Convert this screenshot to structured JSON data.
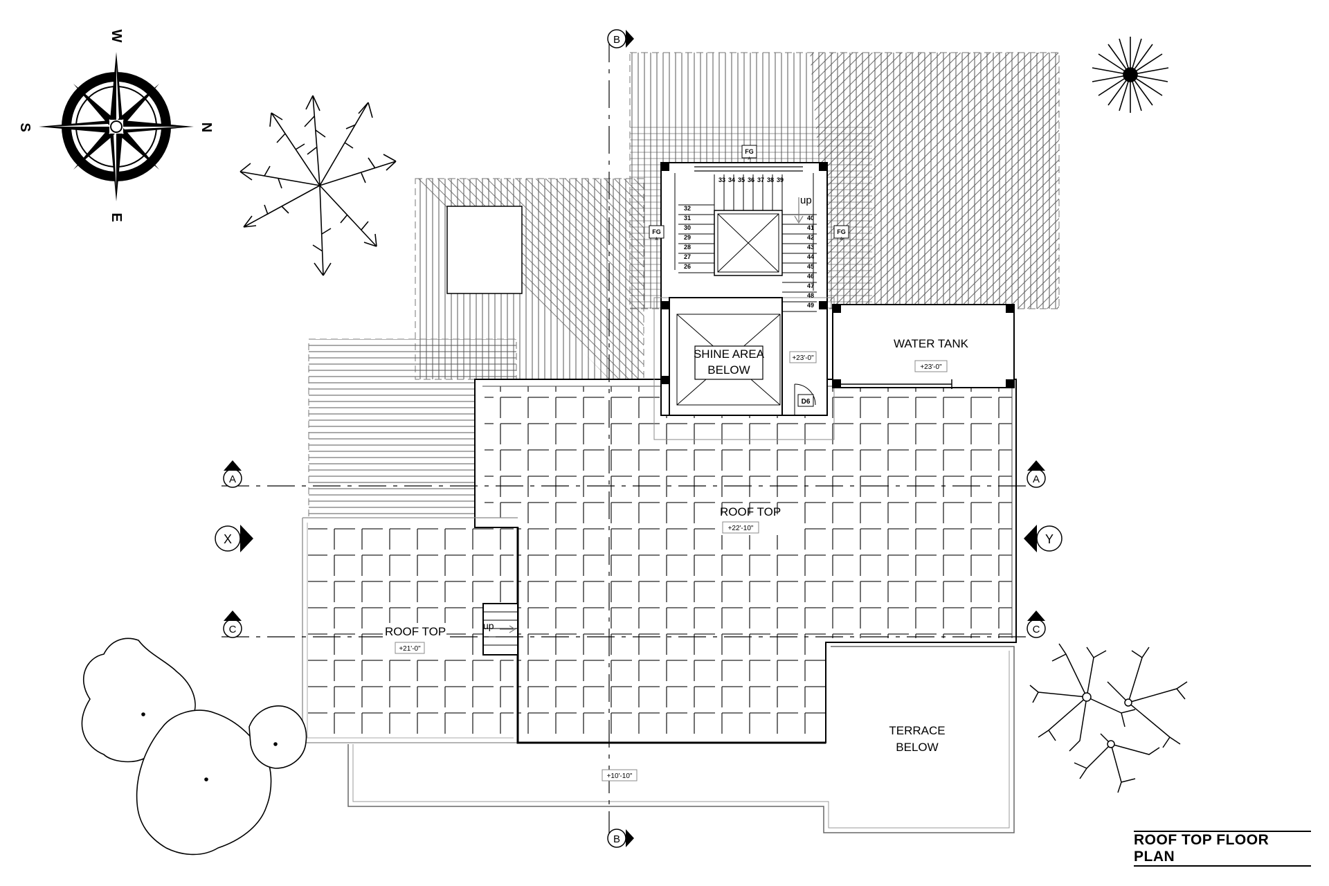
{
  "title": "ROOF TOP FLOOR PLAN",
  "compass": {
    "top": "W",
    "right": "N",
    "bottom": "E",
    "left": "S"
  },
  "section_markers": {
    "a": "A",
    "b": "B",
    "c": "C",
    "x": "X",
    "y": "Y"
  },
  "rooms": {
    "shine_area": [
      "SHINE AREA",
      "BELOW"
    ],
    "water_tank": "WATER TANK",
    "roof_top_main": "ROOF TOP",
    "roof_top_lower": "ROOF TOP",
    "terrace": [
      "TERRACE",
      "BELOW"
    ]
  },
  "levels": {
    "stair_landing": "+23'-0\"",
    "water_tank": "+23'-0\"",
    "roof_top_main": "+22'-10\"",
    "roof_top_lower": "+21'-0\"",
    "terrace": "+10'-10\""
  },
  "stair": {
    "up_label": "up",
    "top_steps": [
      "33",
      "34",
      "35",
      "36",
      "37",
      "38",
      "39"
    ],
    "left_steps": [
      "32",
      "31",
      "30",
      "29",
      "28",
      "27",
      "26"
    ],
    "right_steps": [
      "40",
      "41",
      "42",
      "43",
      "44",
      "45",
      "46",
      "47",
      "48",
      "49"
    ]
  },
  "small_stair_up": "up",
  "tags": {
    "fg": "FG",
    "fg_sub": "A",
    "door": "D6"
  }
}
